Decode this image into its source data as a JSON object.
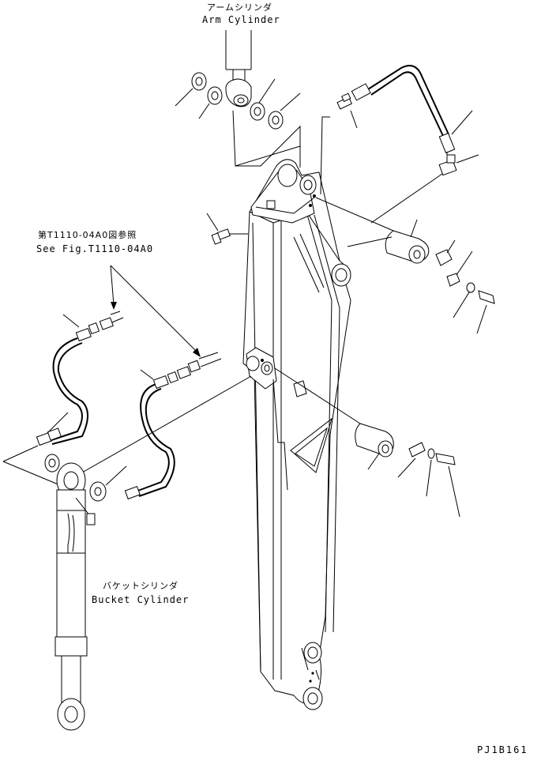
{
  "labels": {
    "arm_cylinder_jp": "アームシリンダ",
    "arm_cylinder_en": "Arm Cylinder",
    "see_fig_jp": "第T1110-04A0図参照",
    "see_fig_en": "See Fig.T1110-04A0",
    "bucket_cylinder_jp": "バケットシリンダ",
    "bucket_cylinder_en": "Bucket Cylinder",
    "drawing_code": "PJ1B161"
  },
  "colors": {
    "line": "#000000",
    "background": "#ffffff"
  }
}
